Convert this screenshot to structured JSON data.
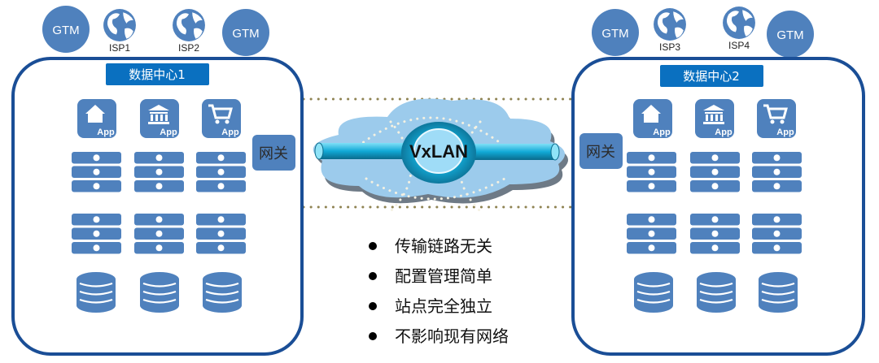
{
  "colors": {
    "icon": "#4f81bd",
    "border": "#1a4e96",
    "title": "#0a70c0",
    "cloud": "#9ccbec",
    "tube": "#1fb3dd",
    "dots": "#8f8352"
  },
  "left": {
    "gtm_a": "GTM",
    "gtm_b": "GTM",
    "isp_a": "ISP1",
    "isp_b": "ISP2",
    "title": "数据中心1",
    "gateway": "网关",
    "apps": [
      {
        "icon": "home-icon",
        "label": "App"
      },
      {
        "icon": "bank-icon",
        "label": "App"
      },
      {
        "icon": "cart-icon",
        "label": "App"
      }
    ]
  },
  "right": {
    "gtm_a": "GTM",
    "gtm_b": "GTM",
    "isp_a": "ISP3",
    "isp_b": "ISP4",
    "title": "数据中心2",
    "gateway": "网关",
    "apps": [
      {
        "icon": "home-icon",
        "label": "App"
      },
      {
        "icon": "bank-icon",
        "label": "App"
      },
      {
        "icon": "cart-icon",
        "label": "App"
      }
    ]
  },
  "cloud": {
    "label": "VxLAN"
  },
  "bullets": [
    "传输链路无关",
    "配置管理简单",
    "站点完全独立",
    "不影响现有网络"
  ]
}
